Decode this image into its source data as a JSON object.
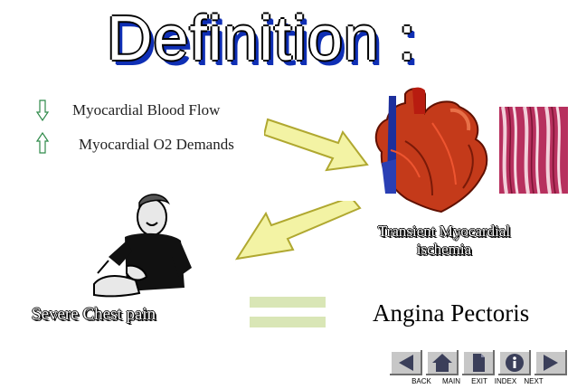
{
  "slide": {
    "title": "Definition :",
    "causes": [
      {
        "direction": "down",
        "icon": "down-arrow-icon",
        "label": "Myocardial Blood Flow"
      },
      {
        "direction": "up",
        "icon": "up-arrow-icon",
        "label": "Myocardial  O2 Demands"
      }
    ],
    "result": "Transient Myocardial ischemia",
    "symptom": "Severe Chest pain",
    "diagnosis": "Angina Pectoris"
  },
  "navigation": [
    {
      "label": "BACK",
      "icon": "back-triangle-icon"
    },
    {
      "label": "MAIN",
      "icon": "home-icon"
    },
    {
      "label": "EXIT",
      "icon": "document-icon"
    },
    {
      "label": "INDEX",
      "icon": "info-icon"
    },
    {
      "label": "NEXT",
      "icon": "next-triangle-icon"
    }
  ],
  "colors": {
    "title_fill": "#ffffff",
    "title_shadow": "#0f2fb5",
    "arrow_fill": "#f3f3a4",
    "arrow_outline": "#b0a830",
    "equals_fill": "#d9e6b6",
    "nav_button": "#c7c7c7"
  }
}
